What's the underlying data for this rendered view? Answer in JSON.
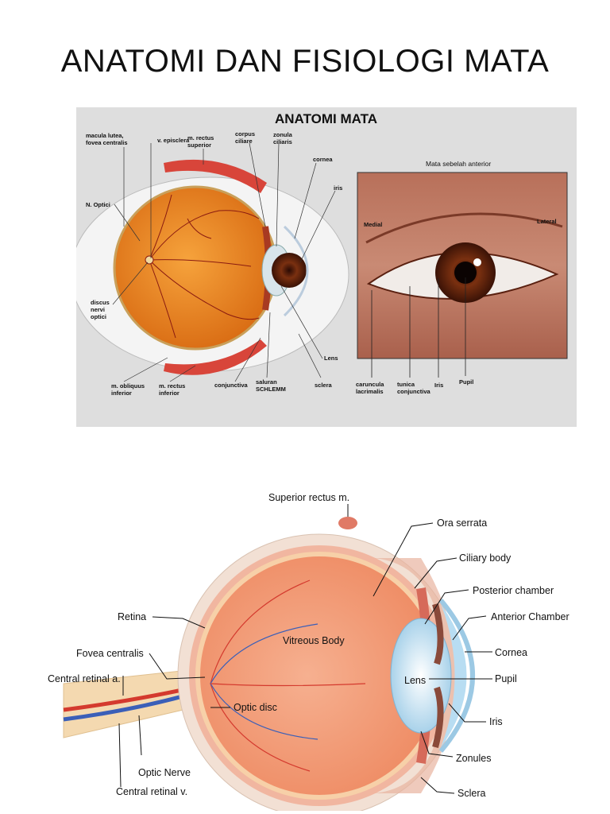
{
  "slide": {
    "title": "ANATOMI DAN FISIOLOGI MATA"
  },
  "top_figure": {
    "title": "ANATOMI MATA",
    "inset_title": "Mata sebelah anterior",
    "labels": {
      "macula_1": "macula lutea,",
      "macula_2": "fovea centralis",
      "v_episclera": "v. episclera",
      "rectus_sup_1": "m. rectus",
      "rectus_sup_2": "superior",
      "corpus_1": "corpus",
      "corpus_2": "ciliare",
      "zonula_1": "zonula",
      "zonula_2": "ciliaris",
      "cornea": "cornea",
      "iris": "iris",
      "n_optici": "N. Optici",
      "discus_1": "discus",
      "discus_2": "nervi",
      "discus_3": "optici",
      "lens": "Lens",
      "obliquus_1": "m. obliquus",
      "obliquus_2": "inferior",
      "rectus_inf_1": "m. rectus",
      "rectus_inf_2": "inferior",
      "conjunctiva": "conjunctiva",
      "saluran_1": "saluran",
      "saluran_2": "SCHLEMM",
      "sclera": "sclera",
      "medial": "Medial",
      "lateral": "Lateral",
      "caruncula_1": "caruncula",
      "caruncula_2": "lacrimalis",
      "tunica_1": "tunica",
      "tunica_2": "conjunctiva",
      "iris_inset": "Iris",
      "pupil_inset": "Pupil"
    }
  },
  "bottom_figure": {
    "labels": {
      "superior_rectus": "Superior rectus m.",
      "ora_serrata": "Ora serrata",
      "ciliary_body": "Ciliary body",
      "posterior_chamber": "Posterior chamber",
      "anterior_chamber": "Anterior Chamber",
      "cornea": "Cornea",
      "pupil": "Pupil",
      "iris": "Iris",
      "zonules": "Zonules",
      "sclera": "Sclera",
      "retina": "Retina",
      "vitreous_body": "Vitreous Body",
      "fovea_centralis": "Fovea centralis",
      "central_retinal_a": "Central retinal a.",
      "optic_disc": "Optic disc",
      "lens": "Lens",
      "optic_nerve": "Optic Nerve",
      "central_retinal_v": "Central retinal v."
    }
  },
  "colors": {
    "panel_bg": "#dedede",
    "retina_orange": "#f08a2a",
    "muscle_red": "#d8453a",
    "vitreous_salmon": "#f3a07e",
    "lens_blue": "#cfe7f5",
    "artery_red": "#d43a2e",
    "vein_blue": "#3b5fb8"
  }
}
